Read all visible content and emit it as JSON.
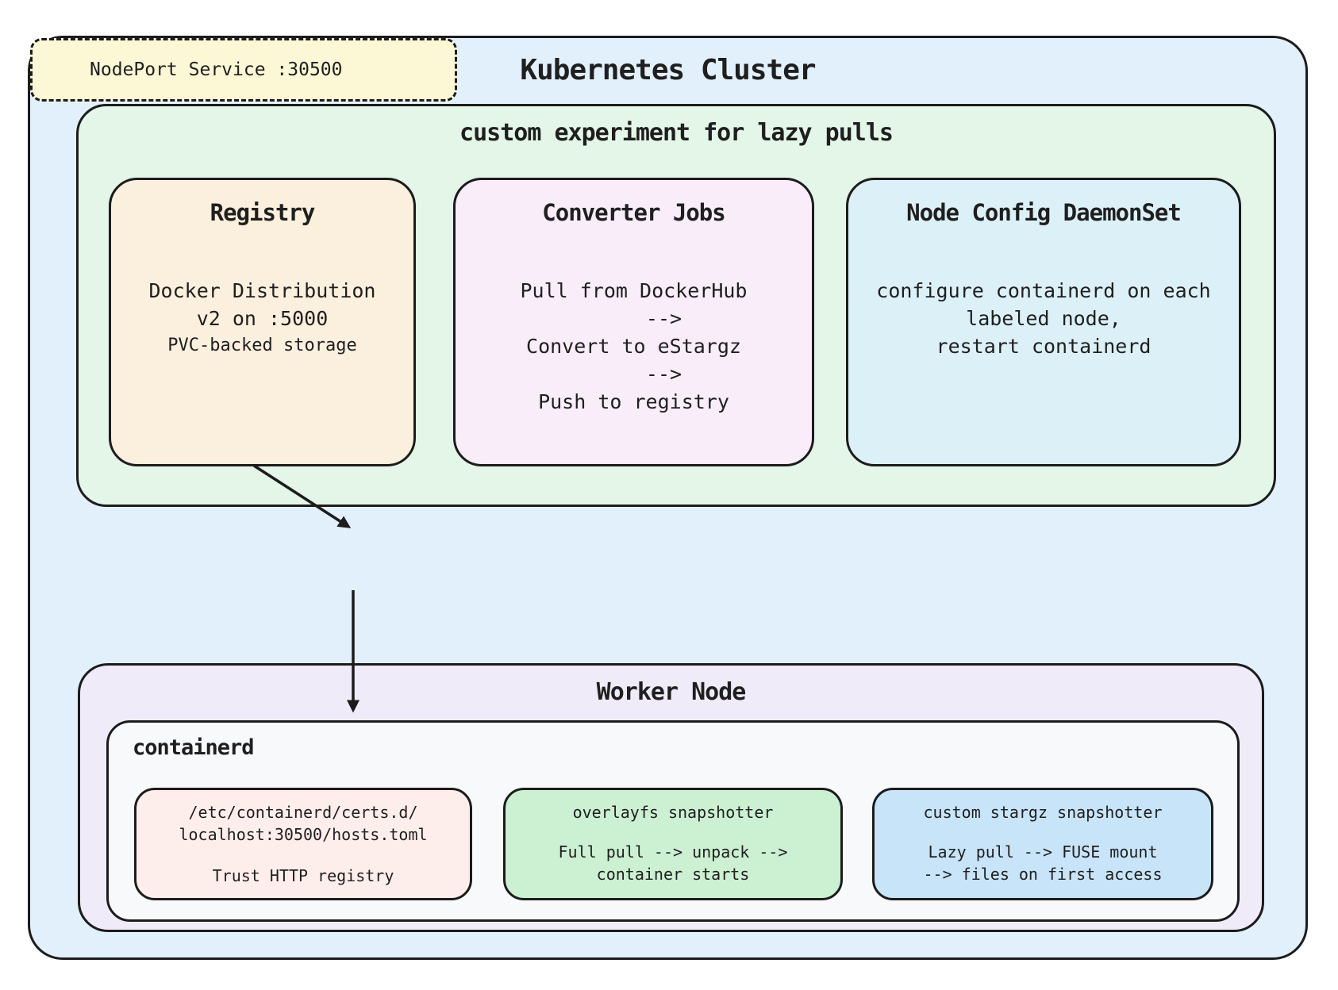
{
  "cluster": {
    "title": "Kubernetes Cluster"
  },
  "experiment": {
    "title": "custom experiment for lazy pulls",
    "registry": {
      "title": "Registry",
      "lines": [
        "Docker Distribution",
        "v2 on :5000",
        "PVC-backed storage"
      ]
    },
    "converter_jobs": {
      "title": "Converter Jobs",
      "lines": [
        "Pull from DockerHub",
        "-->",
        "Convert to eStargz",
        "-->",
        "Push to registry"
      ]
    },
    "node_config_daemonset": {
      "title": "Node Config DaemonSet",
      "lines": [
        "configure containerd on each",
        "labeled node,",
        "restart containerd"
      ]
    }
  },
  "nodeport_service": {
    "label": "NodePort Service :30500"
  },
  "worker_node": {
    "title": "Worker Node",
    "containerd": {
      "label": "containerd",
      "certs_config": {
        "lines": [
          "/etc/containerd/certs.d/",
          "localhost:30500/hosts.toml",
          "Trust HTTP registry"
        ]
      },
      "overlayfs_snapshotter": {
        "lines": [
          "overlayfs snapshotter",
          "Full pull --> unpack -->",
          "container starts"
        ]
      },
      "stargz_snapshotter": {
        "lines": [
          "custom stargz snapshotter",
          "Lazy pull --> FUSE mount",
          "--> files on first access"
        ]
      }
    }
  },
  "colors": {
    "border": "#1c1c1c",
    "cluster_bg": "#e1f0fb",
    "experiment_bg": "#e3f6e8",
    "registry_bg": "#fbefdd",
    "converter_bg": "#f8edf8",
    "daemonset_bg": "#dcf1f7",
    "nodeport_bg": "#fcf7d5",
    "worker_bg": "#f0ebf9",
    "containerd_bg": "#f8f9fb",
    "certs_bg": "#fdeeeb",
    "overlayfs_bg": "#cbf0d2",
    "stargz_bg": "#c7e4f8",
    "arrow": "#1c1c1c"
  }
}
